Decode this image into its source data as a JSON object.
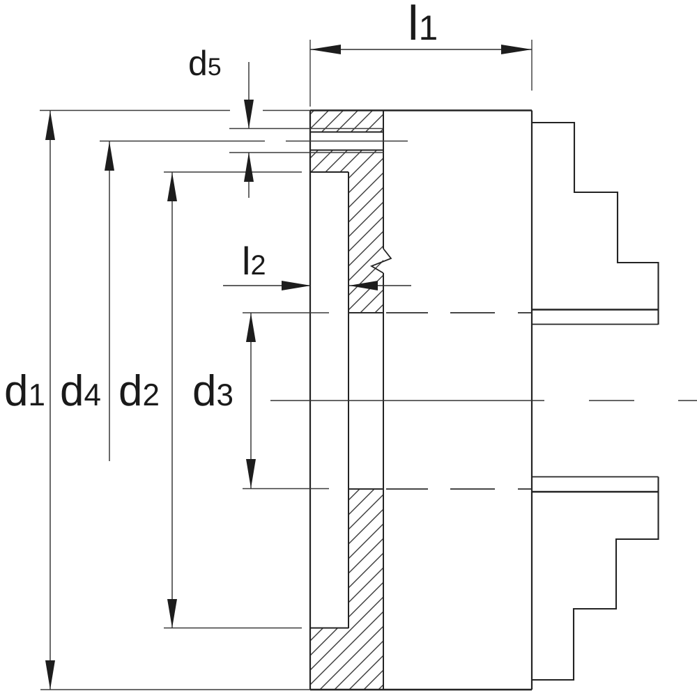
{
  "drawing": {
    "type": "technical-drawing",
    "subject": "Lathe chuck cross-section with dimension callouts",
    "labels": {
      "l1": {
        "main": "l",
        "sub": "1"
      },
      "d5": {
        "main": "d",
        "sub": "5"
      },
      "d1": {
        "main": "d",
        "sub": "1"
      },
      "d4": {
        "main": "d",
        "sub": "4"
      },
      "d2": {
        "main": "d",
        "sub": "2"
      },
      "d3": {
        "main": "d",
        "sub": "3"
      },
      "l2": {
        "main": "l",
        "sub": "2"
      }
    },
    "colors": {
      "background": "#ffffff",
      "outline": "#232323",
      "thin_line": "#3a3a3a",
      "label": "#1a1a1a"
    }
  }
}
